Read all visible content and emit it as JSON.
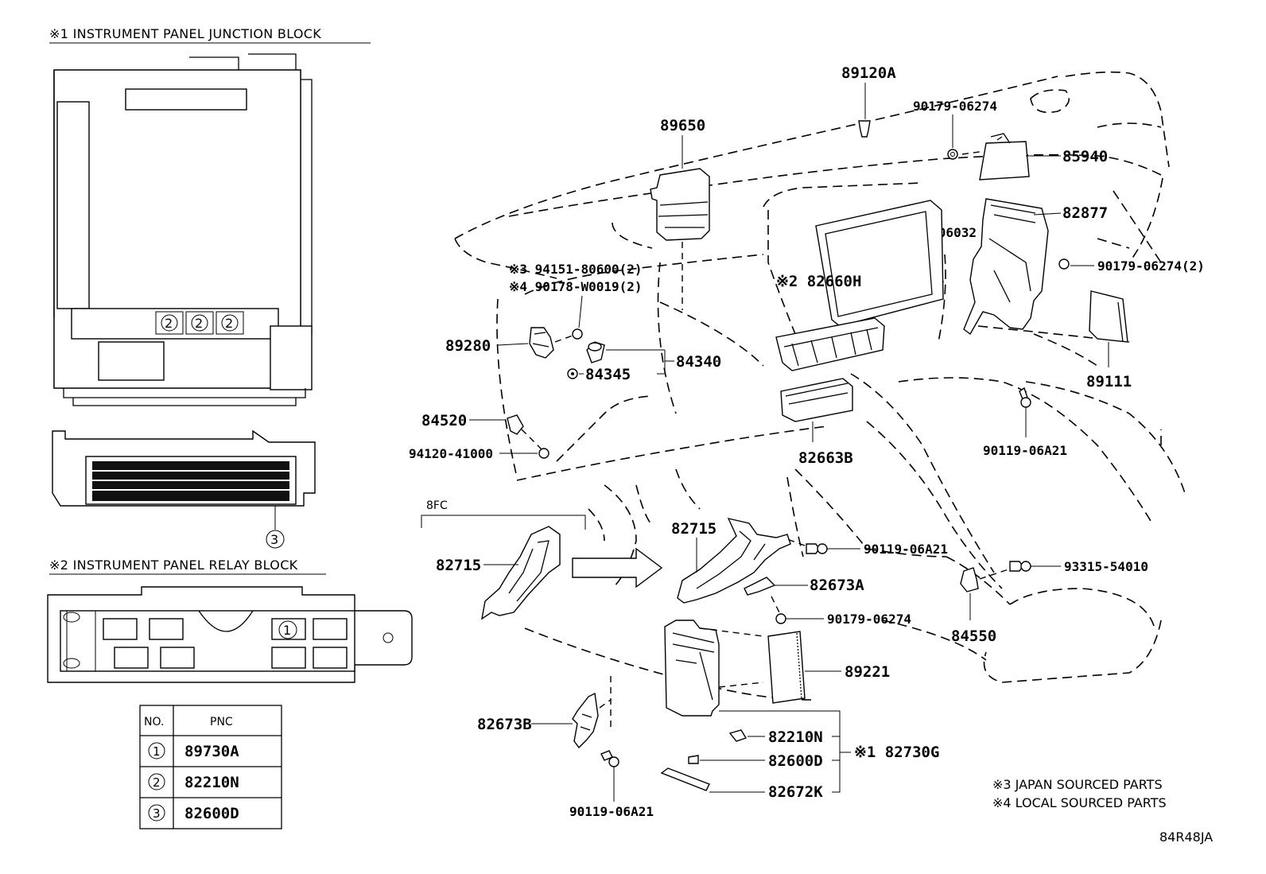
{
  "headers": {
    "junction_block": "※1 INSTRUMENT PANEL JUNCTION BLOCK",
    "relay_block": "※2 INSTRUMENT PANEL RELAY BLOCK"
  },
  "callouts": {
    "c1": "1",
    "c2": "2",
    "c3": "3"
  },
  "table": {
    "col_no": "NO.",
    "col_pnc": "PNC",
    "rows": [
      {
        "no": "1",
        "pnc": "89730A"
      },
      {
        "no": "2",
        "pnc": "82210N"
      },
      {
        "no": "3",
        "pnc": "82600D"
      }
    ]
  },
  "labels": {
    "p89120A": "89120A",
    "p90179_06274_top": "90179-06274",
    "p85940": "85940",
    "p89650": "89650",
    "p82877": "82877",
    "p90183_06032": "90183-06032",
    "p90179_06274_2": "90179-06274(2)",
    "p94151": "※3 94151-80600(2)",
    "p90178": "※4 90178-W0019(2)",
    "p82660H": "※2 82660H",
    "p89280": "89280",
    "p84340": "84340",
    "p84345": "84345",
    "p89111": "89111",
    "p84520": "84520",
    "p94120": "94120-41000",
    "p82663B": "82663B",
    "p90119_06A21_right": "90119-06A21",
    "p8FC": "8FC",
    "p82715_left": "82715",
    "p82715_mid": "82715",
    "p90119_06A21_mid": "90119-06A21",
    "p93315": "93315-54010",
    "p82673A": "82673A",
    "p84550": "84550",
    "p90179_06274_low": "90179-06274",
    "p89221": "89221",
    "p82673B": "82673B",
    "p82210N": "82210N",
    "p82600D": "82600D",
    "p82730G": "※1 82730G",
    "p82672K": "82672K",
    "p90119_06A21_bottom": "90119-06A21"
  },
  "notes": {
    "japan": "※3 JAPAN SOURCED PARTS",
    "local": "※4 LOCAL SOURCED PARTS",
    "diagram_code": "84R48JA"
  }
}
